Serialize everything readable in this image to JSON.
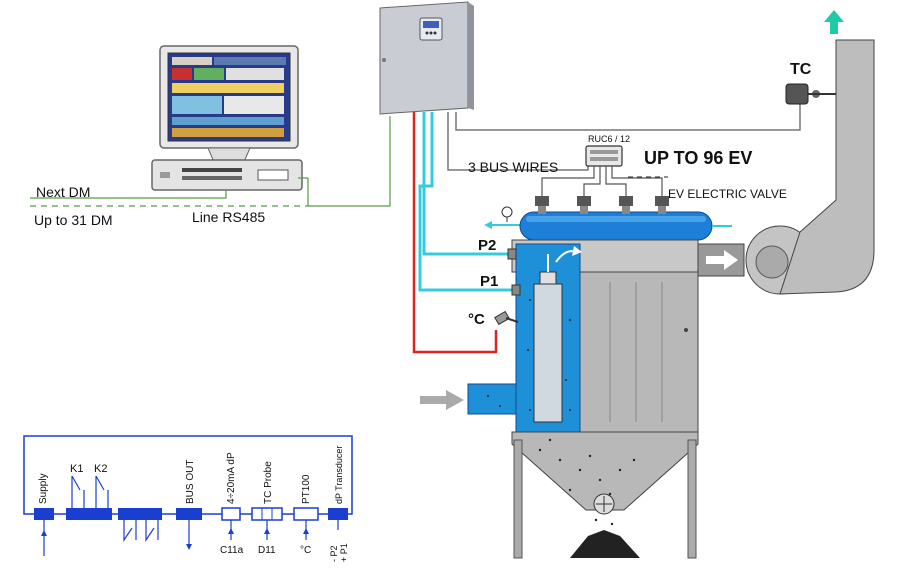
{
  "labels": {
    "next_dm": "Next DM",
    "up_to_31_dm": "Up to 31 DM",
    "line_rs485": "Line RS485",
    "bus_wires": "3 BUS WIRES",
    "ruc_model": "RUC6 / 12",
    "up_to_96_ev": "UP TO 96 EV",
    "ev_electric_valve": "EV ELECTRIC VALVE",
    "tc": "TC",
    "p2": "P2",
    "p1": "P1",
    "temp": "°C"
  },
  "terminals": {
    "supply": "Supply",
    "k1": "K1",
    "k2": "K2",
    "bus_out": "BUS OUT",
    "analog_out": "4÷20mA dP",
    "tc_probe": "TC Probe",
    "pt100": "PT100",
    "dp_transducer": "dP Transducer",
    "c11a": "C11a",
    "d11": "D11",
    "deg_c": "°C",
    "p2_minus": "- P2",
    "p1_plus": "+ P1"
  },
  "colors": {
    "cyan_line": "#33ccdd",
    "red_line": "#dd2222",
    "green_line": "#5a9a4a",
    "gray_line": "#777777",
    "blue_body": "#1e90d8",
    "terminal_blue": "#1a3fd0",
    "arrow_green": "#20c9a8"
  }
}
